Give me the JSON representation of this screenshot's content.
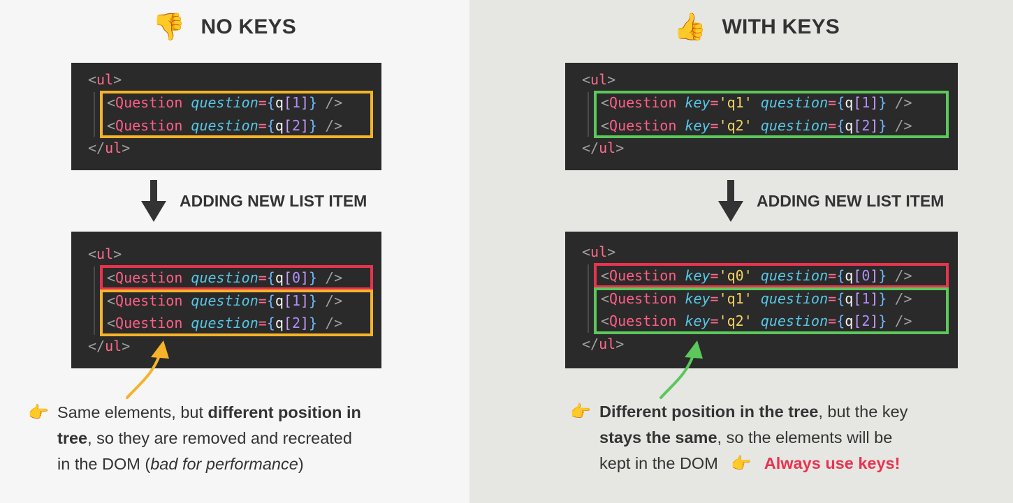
{
  "left": {
    "emoji": "👎",
    "title": "NO KEYS",
    "step_label": "ADDING NEW LIST ITEM",
    "note": {
      "pointer": "👉",
      "line1_a": "Same elements, but ",
      "line1_b": "different position in",
      "line2_a": "tree",
      "line2_b": ", so they are removed and recreated",
      "line3_a": "in the DOM (",
      "line3_b": "bad for performance",
      "line3_c": ")"
    }
  },
  "right": {
    "emoji": "👍",
    "title": "WITH KEYS",
    "step_label": "ADDING NEW LIST ITEM",
    "note": {
      "pointer": "👉",
      "line1_a": "Different position in the tree",
      "line1_b": ", but the key",
      "line2_a": "stays the same",
      "line2_b": ", so the elements will be",
      "line3_a": "kept in the DOM",
      "pointer2": "👉",
      "line3_b": "Always use keys!"
    }
  },
  "code": {
    "lt": "<",
    "gt": ">",
    "close_lt": "</",
    "ul": "ul",
    "component": "Question",
    "attr_question": "question",
    "attr_key": "key",
    "eq": "=",
    "lbrace": "{",
    "rbrace": "}",
    "q": "q",
    "lb": "[",
    "rb": "]",
    "self_close": "/>",
    "idx0": "0",
    "idx1": "1",
    "idx2": "2",
    "key_q0": "'q0'",
    "key_q1": "'q1'",
    "key_q2": "'q2'"
  },
  "colors": {
    "yellow": "#f6b32a",
    "green": "#5ac85a",
    "red": "#e8334f"
  }
}
